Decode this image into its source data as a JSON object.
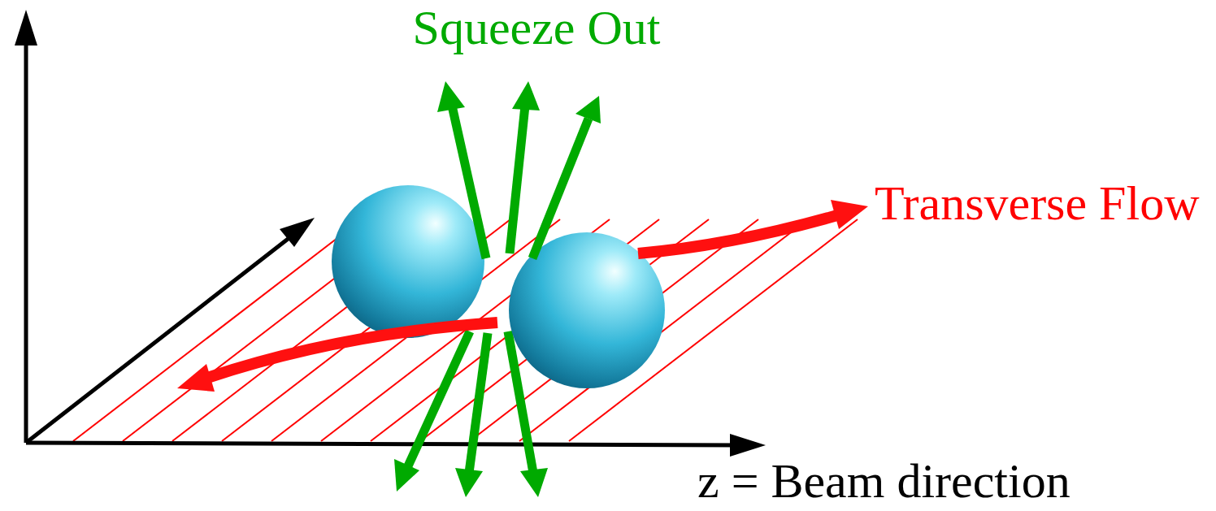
{
  "diagram": {
    "labels": [
      "Squeeze Out",
      "Transverse Flow",
      "z = Beam direction"
    ]
  }
}
